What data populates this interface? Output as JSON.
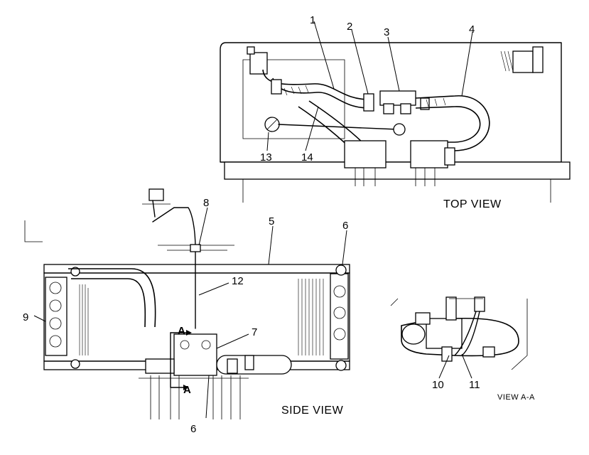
{
  "views": {
    "top": "TOP VIEW",
    "side": "SIDE VIEW",
    "section": "VIEW A-A"
  },
  "section_marks": [
    "A",
    "A"
  ],
  "callouts": [
    "1",
    "2",
    "3",
    "4",
    "5",
    "6",
    "6",
    "7",
    "8",
    "9",
    "10",
    "11",
    "12",
    "13",
    "14"
  ]
}
